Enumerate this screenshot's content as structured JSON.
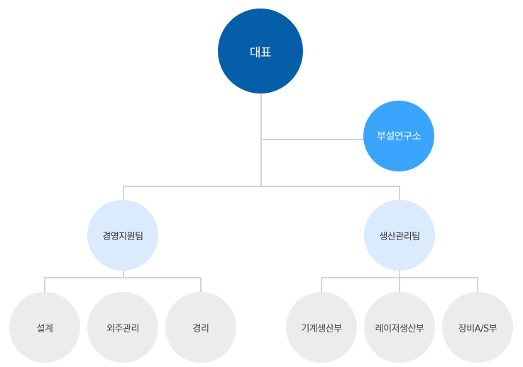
{
  "ceo": "대표",
  "lab": "부설연구소",
  "teams": [
    "경영지원팀",
    "생산관리팀"
  ],
  "left_depts": [
    "설계",
    "외주관리",
    "경리"
  ],
  "right_depts": [
    "기계생산부",
    "레이저생산부",
    "장비A/S부"
  ],
  "colors": {
    "ceo": "#065ea9",
    "lab": "#3aa4fc",
    "team": "#dbeafc",
    "dept": "#ececec",
    "line": "#d5d5d5"
  }
}
